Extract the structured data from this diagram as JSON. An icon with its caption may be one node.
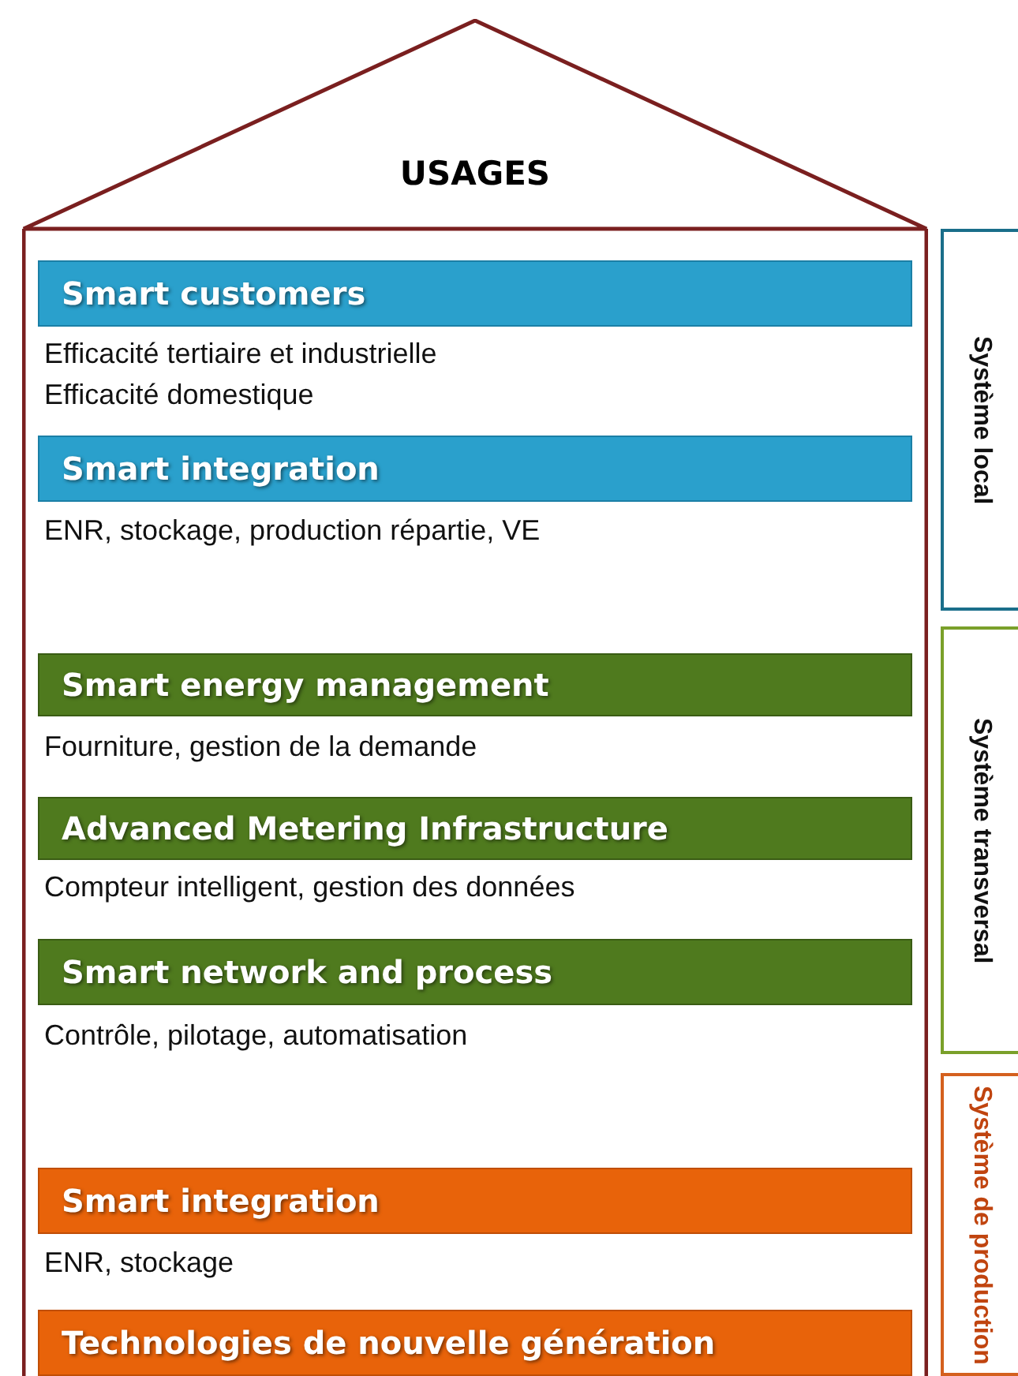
{
  "diagram": {
    "nodes": [
      {
        "text": [
          "USAGES"
        ]
      },
      {
        "text": [
          "Smart customers"
        ],
        "in": 0,
        "beside": [
          "Efficacité tertiaire et industrielle",
          "Efficacité domestique"
        ]
      },
      {
        "text": [
          "Smart integration"
        ],
        "in": 0,
        "beside": [
          "ENR, stockage, production répartie, VE"
        ]
      },
      {
        "text": [
          "Smart energy management"
        ],
        "in": 0,
        "beside": [
          "Fourniture, gestion de la demande"
        ]
      },
      {
        "text": [
          "Advanced Metering Infrastructure"
        ],
        "in": 0,
        "beside": [
          "Compteur intelligent, gestion des données"
        ]
      },
      {
        "text": [
          "Smart network and process"
        ],
        "in": 0,
        "beside": [
          "Contrôle, pilotage, automatisation"
        ]
      },
      {
        "text": [
          "Smart integration"
        ],
        "in": 0,
        "beside": [
          "ENR, stockage"
        ]
      },
      {
        "text": [
          "Technologies de nouvelle génération"
        ],
        "in": 0
      },
      {
        "text": [
          "Système local"
        ]
      },
      {
        "text": [
          "Système transversal"
        ]
      },
      {
        "text": [
          "Système de production"
        ]
      }
    ]
  }
}
